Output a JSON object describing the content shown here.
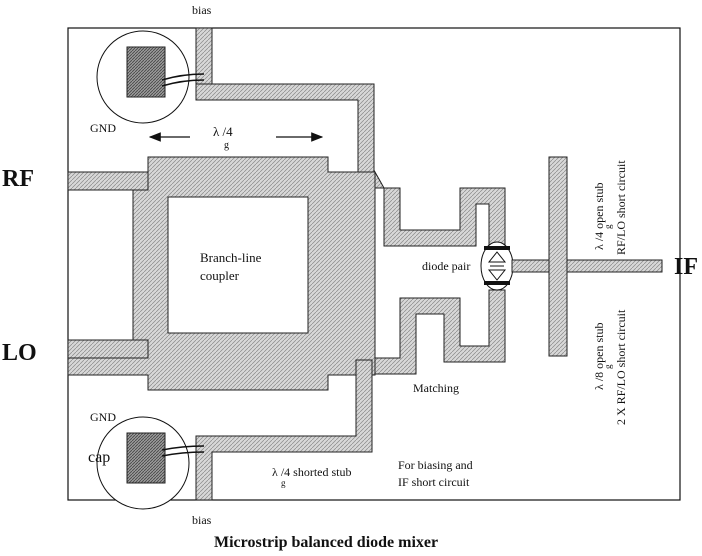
{
  "labels": {
    "bias_top": "bias",
    "bias_bottom": "bias",
    "gnd_top": "GND",
    "gnd_bottom": "GND",
    "cap": "cap",
    "rf": "RF",
    "lo": "LO",
    "if_port": "IF",
    "lambda_quarter": "λ /4",
    "g_sub": "g",
    "coupler_line1": "Branch-line",
    "coupler_line2": "coupler",
    "diode_pair": "diode pair",
    "matching": "Matching",
    "shorted_stub": "λ /4 shorted stub",
    "biasing_line1": "For biasing and",
    "biasing_line2": "IF short circuit",
    "open_stub_quarter": "λ /4 open stub",
    "rf_lo_short": "RF/LO short circuit",
    "open_stub_eighth": "λ /8 open stub",
    "rf_lo_short_2x": "2 X RF/LO short circuit",
    "caption": "Microstrip balanced diode mixer"
  }
}
